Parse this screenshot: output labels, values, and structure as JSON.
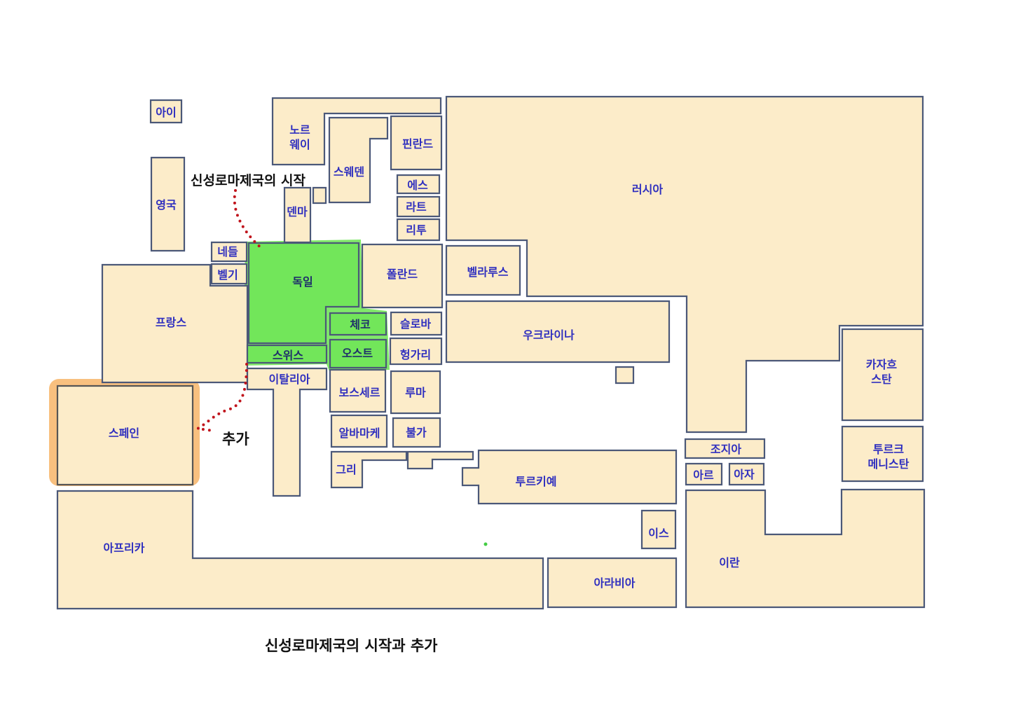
{
  "colors": {
    "land": "#fcecc9",
    "border": "#4b5878",
    "label": "#2f2fbf",
    "highlight_green": "#72e65a",
    "highlight_orange": "#f7b568",
    "annotation_red": "#c0141c"
  },
  "countries": [
    {
      "id": "ireland",
      "label": "아이"
    },
    {
      "id": "uk",
      "label": "영국"
    },
    {
      "id": "norway",
      "label": "노르\n웨이"
    },
    {
      "id": "sweden",
      "label": "스웨덴"
    },
    {
      "id": "island-box",
      "label": ""
    },
    {
      "id": "finland",
      "label": "핀란드"
    },
    {
      "id": "estonia",
      "label": "에스"
    },
    {
      "id": "latvia",
      "label": "라트"
    },
    {
      "id": "lithuania",
      "label": "리투"
    },
    {
      "id": "denmark",
      "label": "덴마"
    },
    {
      "id": "netherlands",
      "label": "네들"
    },
    {
      "id": "belgium",
      "label": "벨기"
    },
    {
      "id": "france",
      "label": "프랑스"
    },
    {
      "id": "germany",
      "label": "독일",
      "highlight": "green"
    },
    {
      "id": "switzerland",
      "label": "스위스",
      "highlight": "green"
    },
    {
      "id": "italy",
      "label": "이탈리아"
    },
    {
      "id": "poland",
      "label": "폴란드"
    },
    {
      "id": "belarus",
      "label": "벨라루스"
    },
    {
      "id": "russia",
      "label": "러시아"
    },
    {
      "id": "czech",
      "label": "체코",
      "highlight": "green"
    },
    {
      "id": "austria",
      "label": "오스트",
      "highlight": "green"
    },
    {
      "id": "slovakia",
      "label": "슬로바"
    },
    {
      "id": "hungary",
      "label": "헝가리"
    },
    {
      "id": "ukraine",
      "label": "우크라이나"
    },
    {
      "id": "moldova-box",
      "label": ""
    },
    {
      "id": "bosnia-serbia",
      "label": "보스세르"
    },
    {
      "id": "romania",
      "label": "루마"
    },
    {
      "id": "albania-macedonia",
      "label": "알바마케"
    },
    {
      "id": "bulgaria",
      "label": "불가"
    },
    {
      "id": "greece",
      "label": "그리"
    },
    {
      "id": "turkey-europe",
      "label": ""
    },
    {
      "id": "turkey",
      "label": "투르키예"
    },
    {
      "id": "georgia",
      "label": "조지아"
    },
    {
      "id": "armenia",
      "label": "아르"
    },
    {
      "id": "azerbaijan",
      "label": "아자"
    },
    {
      "id": "kazakhstan",
      "label": "카자흐\n스탄"
    },
    {
      "id": "turkmenistan",
      "label": "투르크\n메니스탄"
    },
    {
      "id": "israel",
      "label": "이스"
    },
    {
      "id": "arabia",
      "label": "아라비아"
    },
    {
      "id": "iran",
      "label": "이란"
    },
    {
      "id": "spain",
      "label": "스페인",
      "highlight": "orange"
    },
    {
      "id": "africa",
      "label": "아프리카"
    }
  ],
  "annotations": {
    "start_label": "신성로마제국의 시작",
    "added_label": "추가",
    "caption": "신성로마제국의 시작과 추가"
  }
}
